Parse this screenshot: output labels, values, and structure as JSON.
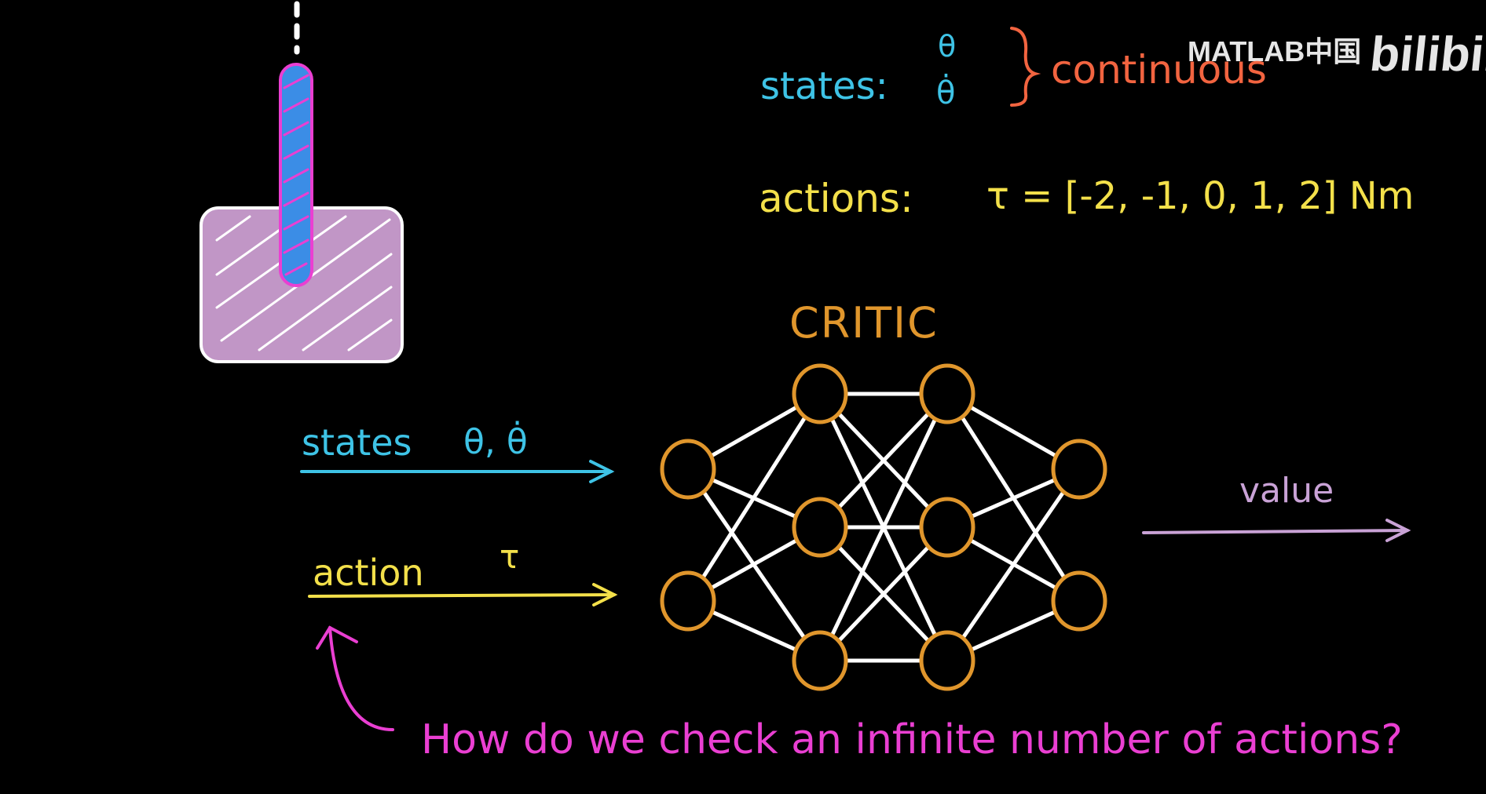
{
  "colors": {
    "background": "#000000",
    "cyan": "#3ec3e6",
    "yellow": "#f3e04a",
    "orange_red": "#f26440",
    "magenta": "#ea3fd2",
    "lilac": "#c9a2d6",
    "neuron": "#e0962c",
    "edge": "#ffffff",
    "watermark": "#e6e6e6"
  },
  "watermark": {
    "brand": "MATLAB中国",
    "site": "bilibili"
  },
  "top": {
    "states_label": "states:",
    "state_theta": "θ",
    "state_theta_dot": "θ̇",
    "continuous_label": "continuous",
    "actions_label": "actions:",
    "actions_values": "τ = [-2, -1, 0, 1, 2] Nm"
  },
  "network": {
    "title": "CRITIC",
    "layers": [
      2,
      3,
      3,
      2
    ]
  },
  "inputs": {
    "states_label": "states",
    "states_vars": "θ, θ̇",
    "action_label": "action",
    "action_var": "τ"
  },
  "output": {
    "value_label": "value"
  },
  "question": "How do we check an infinite number of actions?"
}
